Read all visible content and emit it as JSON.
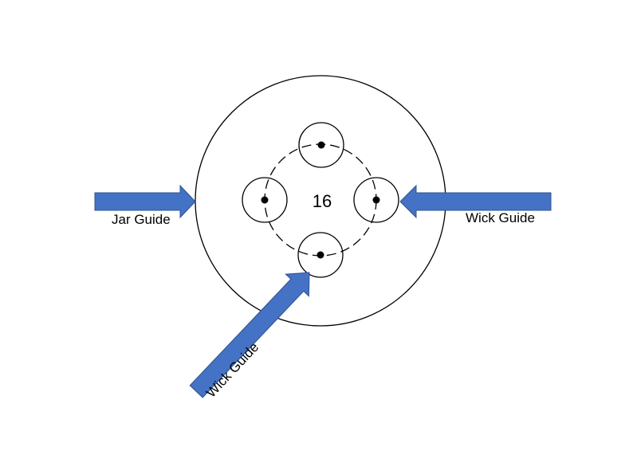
{
  "center_number": "16",
  "labels": {
    "jar_guide": "Jar Guide",
    "wick_guide_right": "Wick Guide",
    "wick_guide_bottom": "Wick Guide"
  },
  "colors": {
    "arrow_fill": "#4472C4",
    "arrow_stroke": "#2F528F",
    "line": "#000000"
  }
}
